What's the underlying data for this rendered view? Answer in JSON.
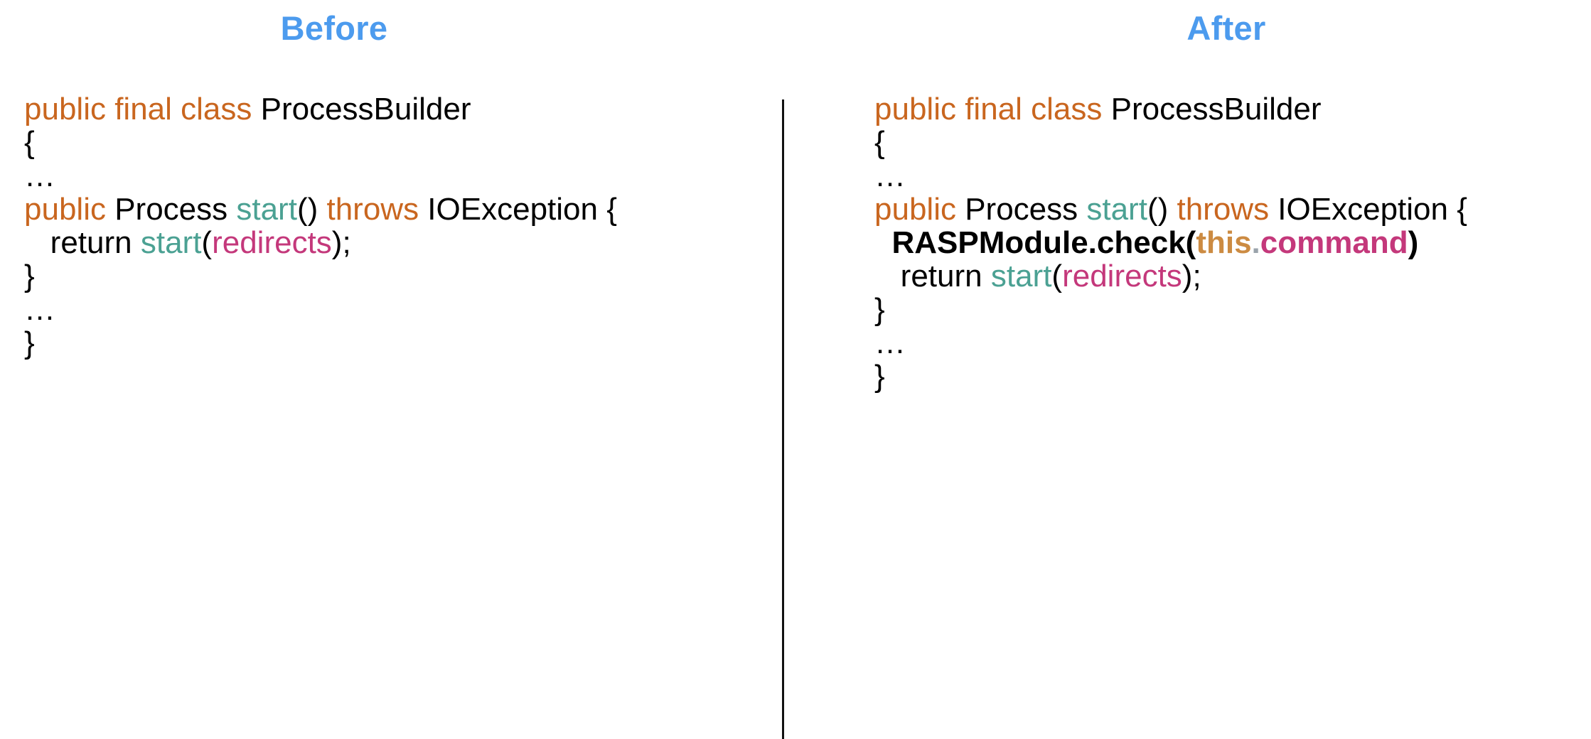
{
  "panels": {
    "before": {
      "title": "Before",
      "lines": [
        [
          {
            "t": "public final class ",
            "c": "kw"
          },
          {
            "t": "ProcessBuilder",
            "c": "plain"
          }
        ],
        [
          {
            "t": "{",
            "c": "plain"
          }
        ],
        [
          {
            "t": "…",
            "c": "plain"
          }
        ],
        [
          {
            "t": "public ",
            "c": "kw"
          },
          {
            "t": "Process ",
            "c": "plain"
          },
          {
            "t": "start",
            "c": "method"
          },
          {
            "t": "() ",
            "c": "punct"
          },
          {
            "t": "throws ",
            "c": "kw"
          },
          {
            "t": "IOException {",
            "c": "plain"
          }
        ],
        [
          {
            "t": "   return ",
            "c": "plain"
          },
          {
            "t": "start",
            "c": "method"
          },
          {
            "t": "(",
            "c": "punct"
          },
          {
            "t": "redirects",
            "c": "field"
          },
          {
            "t": ");",
            "c": "punct"
          }
        ],
        [
          {
            "t": "}",
            "c": "plain"
          }
        ],
        [
          {
            "t": "…",
            "c": "plain"
          }
        ],
        [
          {
            "t": "}",
            "c": "plain"
          }
        ]
      ]
    },
    "after": {
      "title": "After",
      "lines": [
        [
          {
            "t": "public final class ",
            "c": "kw"
          },
          {
            "t": "ProcessBuilder",
            "c": "plain"
          }
        ],
        [
          {
            "t": "{",
            "c": "plain"
          }
        ],
        [
          {
            "t": "…",
            "c": "plain"
          }
        ],
        [
          {
            "t": "public ",
            "c": "kw"
          },
          {
            "t": "Process ",
            "c": "plain"
          },
          {
            "t": "start",
            "c": "method"
          },
          {
            "t": "() ",
            "c": "punct"
          },
          {
            "t": "throws ",
            "c": "kw"
          },
          {
            "t": "IOException {",
            "c": "plain"
          }
        ],
        [
          {
            "t": "  RASPModule.check(",
            "c": "plain",
            "b": true
          },
          {
            "t": "this",
            "c": "this",
            "b": true
          },
          {
            "t": ".",
            "c": "dot",
            "b": true
          },
          {
            "t": "command",
            "c": "cmd",
            "b": true
          },
          {
            "t": ")",
            "c": "punct",
            "b": true
          }
        ],
        [
          {
            "t": "   return ",
            "c": "plain"
          },
          {
            "t": "start",
            "c": "method"
          },
          {
            "t": "(",
            "c": "punct"
          },
          {
            "t": "redirects",
            "c": "field"
          },
          {
            "t": ");",
            "c": "punct"
          }
        ],
        [
          {
            "t": "}",
            "c": "plain"
          }
        ],
        [
          {
            "t": "…",
            "c": "plain"
          }
        ],
        [
          {
            "t": "}",
            "c": "plain"
          }
        ]
      ]
    }
  },
  "colors": {
    "title": "#4c9bee",
    "keyword": "#c9661f",
    "method": "#4ba193",
    "field": "#c4387b",
    "this": "#cc8b42",
    "dot": "#9aa3ab",
    "plain": "#000000",
    "divider": "#111111",
    "background": "#ffffff"
  }
}
